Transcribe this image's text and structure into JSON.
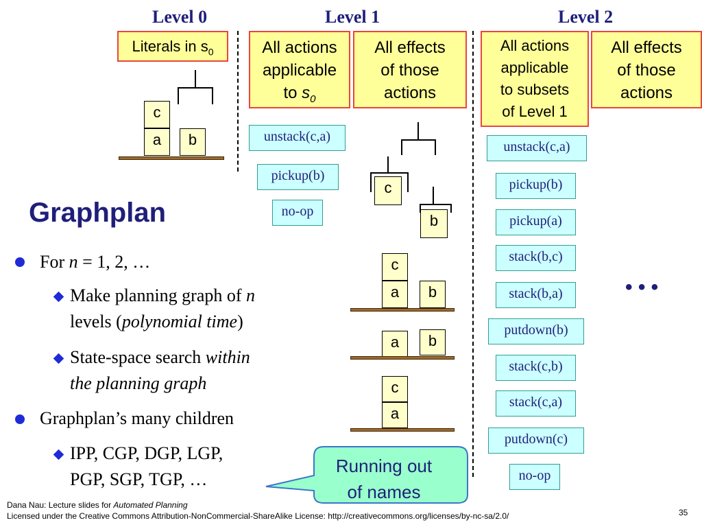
{
  "levels": {
    "level0": "Level 0",
    "level1": "Level 1",
    "level2": "Level 2"
  },
  "notes": {
    "literals_main": "Literals in s",
    "literals_sub": "0",
    "level1_actions": [
      "All actions",
      "applicable"
    ],
    "level1_actions_to": "to",
    "level1_actions_s": "s",
    "level1_actions_sub": "0",
    "level1_effects": [
      "All effects",
      "of those",
      "actions"
    ],
    "level2_actions": [
      "All actions",
      "applicable",
      "to subsets",
      "of Level 1"
    ],
    "level2_effects": [
      "All effects",
      "of those",
      "actions"
    ]
  },
  "level1_action_boxes": [
    "unstack(c,a)",
    "pickup(b)",
    "no-op"
  ],
  "level2_action_boxes": [
    "unstack(c,a)",
    "pickup(b)",
    "pickup(a)",
    "stack(b,c)",
    "stack(b,a)",
    "putdown(b)",
    "stack(c,b)",
    "stack(c,a)",
    "putdown(c)",
    "no-op"
  ],
  "blocks": {
    "c": "c",
    "a": "a",
    "b": "b"
  },
  "ellipsis": "• • •",
  "title": "Graphplan",
  "bullets": {
    "b1_pre": "For ",
    "b1_n": "n",
    "b1_post": " = 1, 2, …",
    "s1_pre": "Make planning graph of ",
    "s1_n": "n",
    "s1_line2_pre": "levels (",
    "s1_line2_em": "polynomial time",
    "s1_line2_post": ")",
    "s2_pre": "State-space search ",
    "s2_em1": "within",
    "s2_em2": "the planning graph",
    "b2": "Graphplan’s many children",
    "s3_line1": "IPP, CGP, DGP, LGP,",
    "s3_line2": "PGP, SGP, TGP, …"
  },
  "callout": [
    "Running out",
    "of names"
  ],
  "footer": {
    "line1_pre": "Dana Nau: Lecture slides for ",
    "line1_em": "Automated Planning",
    "line2": "Licensed under the Creative Commons Attribution-NonCommercial-ShareAlike License: http://creativecommons.org/licenses/by-nc-sa/2.0/",
    "page": "35"
  },
  "colors": {
    "title": "#1f1f7a",
    "bullet": "#1f2bd6",
    "note_bg": "#ffff99",
    "note_border": "#e8463c",
    "action_bg": "#ccffff",
    "callout_bg": "#99ffcc"
  }
}
